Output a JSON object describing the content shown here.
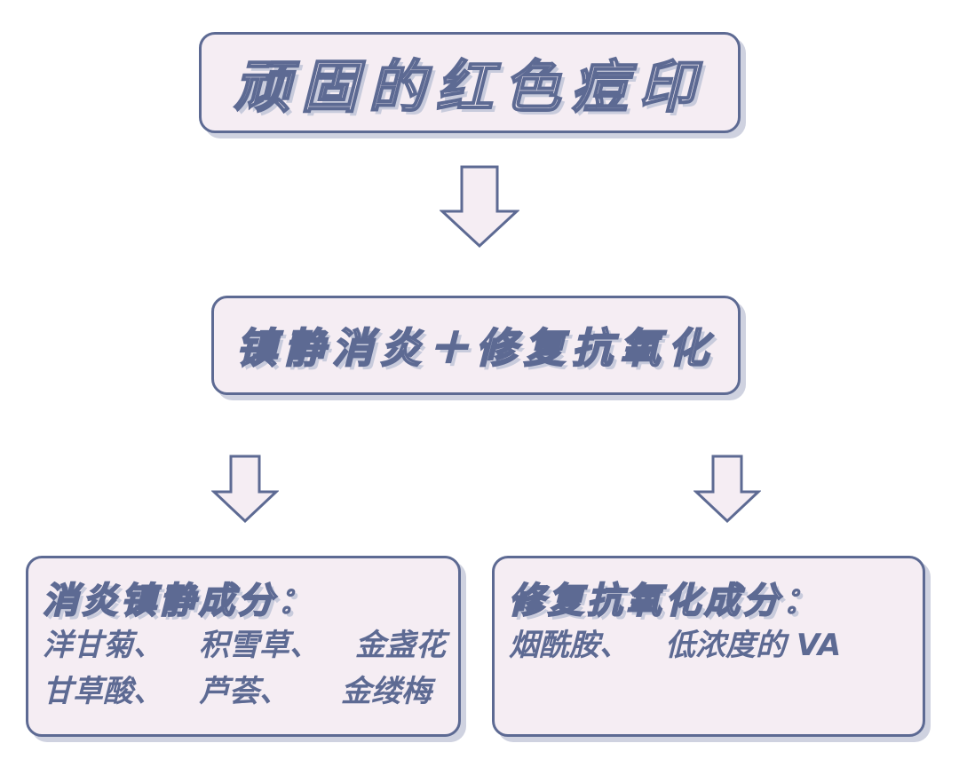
{
  "top_box": {
    "title": "顽固的红色痘印"
  },
  "middle_box": {
    "title": "镇静消炎＋修复抗氧化"
  },
  "left_box": {
    "heading": "消炎镇静成分：",
    "line1": [
      "洋甘菊、",
      "积雪草、",
      "金盏花"
    ],
    "line2": [
      "甘草酸、",
      "芦荟、",
      "金缕梅"
    ]
  },
  "right_box": {
    "heading": "修复抗氧化成分：",
    "line1": [
      "烟酰胺、",
      "低浓度的 VA"
    ]
  },
  "colors": {
    "border": "#5d6a93",
    "fill": "#f5edf3",
    "shadow": "#cfd2e0"
  },
  "icons": [
    "down-arrow-icon",
    "down-arrow-icon",
    "down-arrow-icon"
  ]
}
